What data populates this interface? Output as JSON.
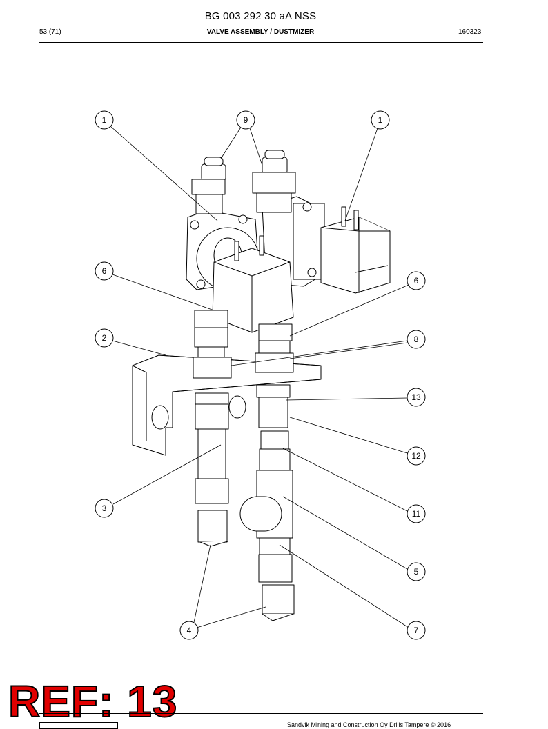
{
  "header": {
    "doc_number": "BG 003 292 30 aA NSS",
    "page": "53 (71)",
    "section_title": "VALVE ASSEMBLY / DUSTMIZER",
    "date_code": "160323"
  },
  "callouts": [
    {
      "id": "callout-1-left",
      "label": "1"
    },
    {
      "id": "callout-9",
      "label": "9"
    },
    {
      "id": "callout-1-right",
      "label": "1"
    },
    {
      "id": "callout-6-left",
      "label": "6"
    },
    {
      "id": "callout-6-right",
      "label": "6"
    },
    {
      "id": "callout-2",
      "label": "2"
    },
    {
      "id": "callout-8",
      "label": "8"
    },
    {
      "id": "callout-13",
      "label": "13"
    },
    {
      "id": "callout-12",
      "label": "12"
    },
    {
      "id": "callout-3",
      "label": "3"
    },
    {
      "id": "callout-11",
      "label": "11"
    },
    {
      "id": "callout-5",
      "label": "5"
    },
    {
      "id": "callout-4",
      "label": "4"
    },
    {
      "id": "callout-7",
      "label": "7"
    }
  ],
  "stamp": {
    "text": "REF: 13",
    "color": "#e00000"
  },
  "footer": {
    "copyright": "Sandvik Mining and Construction Oy Drills Tampere © 2016"
  }
}
